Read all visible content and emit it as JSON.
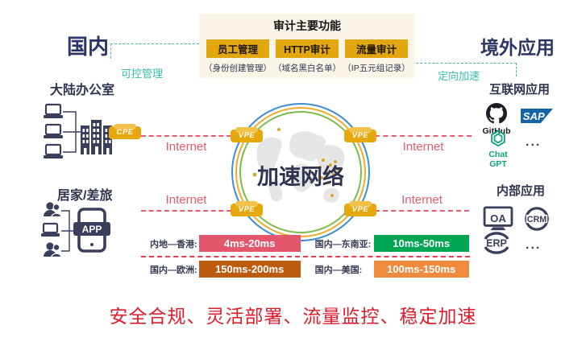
{
  "headings": {
    "domestic": "国内",
    "overseas": "境外应用",
    "office": "大陆办公室",
    "home_travel": "居家/差旅",
    "internet_apps": "互联网应用",
    "internal_apps": "内部应用"
  },
  "audit": {
    "title": "审计主要功能",
    "features": [
      {
        "label": "员工管理",
        "sub": "（身份创建管理）"
      },
      {
        "label": "HTTP审计",
        "sub": "（域名黑白名单）"
      },
      {
        "label": "流量审计",
        "sub": "（IP五元组记录）"
      }
    ]
  },
  "connectors": {
    "left_label": "可控管理",
    "right_label": "定向加速",
    "internet_label": "Internet"
  },
  "core": {
    "title": "加速网络",
    "cpe_label": "CPE",
    "vpe_label": "VPE"
  },
  "latency": {
    "rows": [
      {
        "route": "内地—香港:",
        "value": "4ms-20ms",
        "color": "#E4566B"
      },
      {
        "route": "国内—东南亚:",
        "value": "10ms-50ms",
        "color": "#00A651"
      },
      {
        "route": "国内—欧洲:",
        "value": "150ms-200ms",
        "color": "#BD5B0F"
      },
      {
        "route": "国内—美国:",
        "value": "100ms-150ms",
        "color": "#F08A3D"
      }
    ]
  },
  "apps": {
    "internet": [
      {
        "name": "GitHub"
      },
      {
        "name": "SAP"
      },
      {
        "name": "Chat GPT"
      },
      {
        "name": "..."
      }
    ],
    "internal": [
      {
        "name": "OA"
      },
      {
        "name": "CRM"
      },
      {
        "name": "ERP"
      },
      {
        "name": "..."
      }
    ]
  },
  "icons": {
    "app_badge": "APP"
  },
  "tagline": "安全合规、灵活部署、流量监控、稳定加速",
  "colors": {
    "badge_gold": "#E7A80D",
    "teal": "#3BBFAD",
    "link_red": "#E75B70",
    "divider_red": "#E23B53",
    "ring_blue": "#3E8ED4",
    "ring_gold": "#EBAD2B",
    "ring_green": "#7DBB4A",
    "navy": "#3A3F5C",
    "chatgpt_green": "#10A37F",
    "sap_blue": "#1465A8",
    "tagline_red": "#DE1D2A"
  }
}
